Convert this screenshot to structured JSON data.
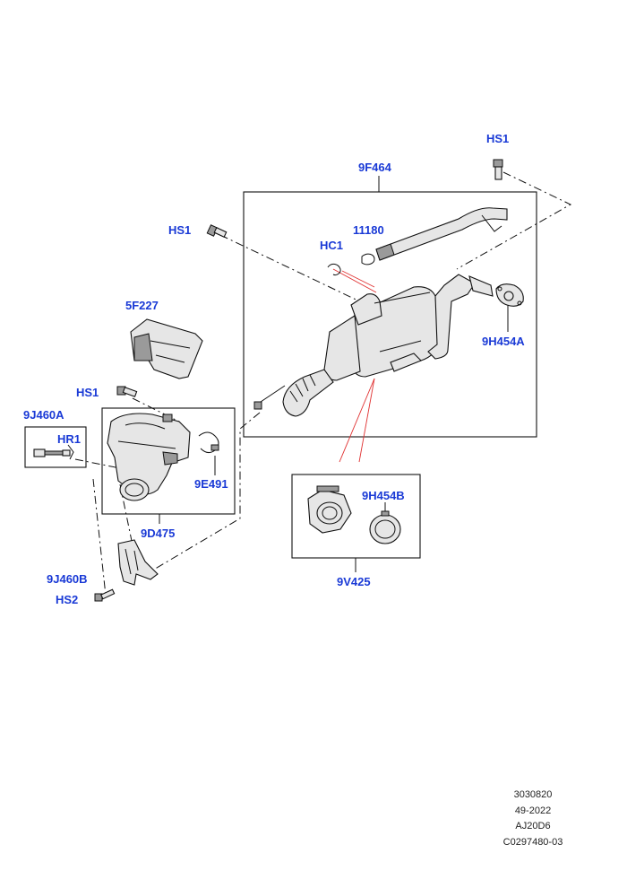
{
  "callouts": {
    "hs1_top": "HS1",
    "c9f464": "9F464",
    "hs1_left": "HS1",
    "c11180": "11180",
    "hc1": "HC1",
    "c5f227": "5F227",
    "c9h454a": "9H454A",
    "hs1_mid": "HS1",
    "c9j460a": "9J460A",
    "hr1": "HR1",
    "c9e491": "9E491",
    "c9d475": "9D475",
    "c9h454b": "9H454B",
    "c9v425": "9V425",
    "c9j460b": "9J460B",
    "hs2": "HS2"
  },
  "footer": {
    "line1": "3030820",
    "line2": "49-2022",
    "line3": "AJ20D6",
    "line4": "C0297480-03"
  },
  "colors": {
    "callout": "#1a3ad6",
    "leader_red": "#e03030",
    "line": "#111111"
  }
}
